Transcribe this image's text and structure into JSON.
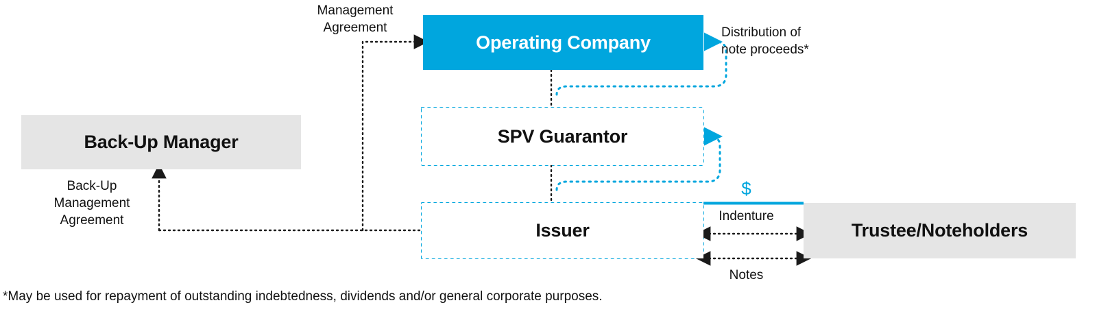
{
  "diagram": {
    "title": "SPV Financing Structure Diagram",
    "colors": {
      "accent_blue": "#00a6de",
      "box_grey": "#e5e5e5",
      "text_dark": "#111111",
      "dotted_black": "#1a1a1a"
    },
    "nodes": [
      {
        "id": "operating-company",
        "label": "Operating Company",
        "fill": "#00a6de",
        "text_color": "#ffffff",
        "border": "none"
      },
      {
        "id": "spv-guarantor",
        "label": "SPV Guarantor",
        "fill": "#ffffff",
        "text_color": "#111111",
        "border": "dotted-blue"
      },
      {
        "id": "issuer",
        "label": "Issuer",
        "fill": "#ffffff",
        "text_color": "#111111",
        "border": "dotted-blue"
      },
      {
        "id": "backup-manager",
        "label": "Back-Up Manager",
        "fill": "#e5e5e5",
        "text_color": "#111111",
        "border": "none"
      },
      {
        "id": "trustee-noteholders",
        "label": "Trustee/Noteholders",
        "fill": "#e5e5e5",
        "text_color": "#111111",
        "border": "none"
      }
    ],
    "edge_labels": {
      "management_agreement": "Management\nAgreement",
      "distribution_note_proceeds": "Distribution of\nnote proceeds*",
      "backup_management_agreement": "Back-Up\nManagement\nAgreement",
      "indenture": "Indenture",
      "notes": "Notes",
      "dollar": "$"
    },
    "footnote": "*May be used for repayment of outstanding indebtedness, dividends and/or general corporate purposes."
  }
}
